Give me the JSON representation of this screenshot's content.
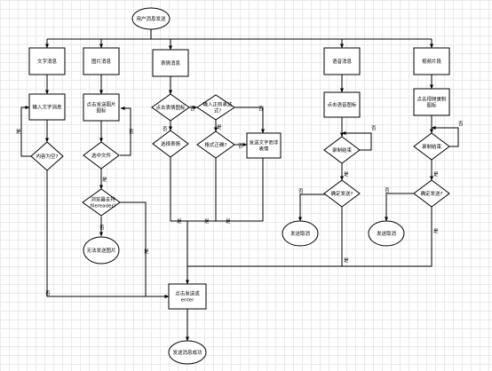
{
  "nodes": {
    "start": "用户消息发送",
    "text_msg": "文字消息",
    "image_msg": "图片消息",
    "emoji_msg": "表情消息",
    "voice_msg": "语音消息",
    "video_msg": "视频片段",
    "input_text": [
      "输入文字消息"
    ],
    "content_empty": [
      "内容为空?"
    ],
    "click_image_icon": [
      "点击发送图片",
      "图标"
    ],
    "select_file": [
      "选中文件"
    ],
    "browser_support": [
      "浏览器支持",
      "filereader?"
    ],
    "not_supported": [
      "无法发送图片"
    ],
    "click_emoji_icon": [
      "点击表情图标"
    ],
    "select_emoji": [
      "选择表情"
    ],
    "input_regex": [
      "输入正则表达",
      "式?"
    ],
    "format_correct": [
      "格式正确?"
    ],
    "send_text_emoji": [
      "发送文字而非",
      "表情"
    ],
    "click_voice_icon": [
      "点击语音图标"
    ],
    "record_end": [
      "录制结束"
    ],
    "confirm_send_voice": [
      "确定发送?"
    ],
    "cancel_voice": [
      "发送取消"
    ],
    "click_video_icon": [
      "点击视频录制",
      "图标"
    ],
    "record_end_video": [
      "录制结束"
    ],
    "confirm_send_video": [
      "确定发送?"
    ],
    "cancel_video": [
      "发送取消"
    ],
    "send_button": [
      "点击发送或",
      "enter"
    ],
    "success": [
      "发送消息成功"
    ]
  },
  "edge_labels": {
    "yes": "是",
    "no": "否"
  }
}
